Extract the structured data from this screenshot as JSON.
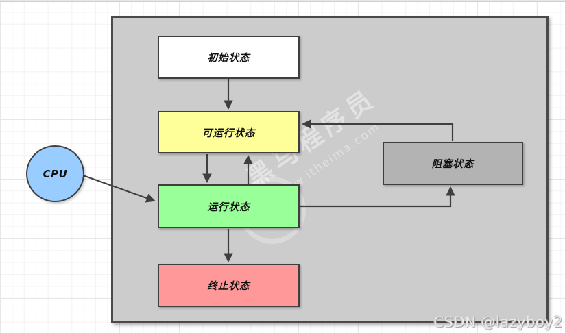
{
  "diagram": {
    "nodes": [
      {
        "id": "initial",
        "label": "初始状态",
        "fill": "#ffffff"
      },
      {
        "id": "runnable",
        "label": "可运行状态",
        "fill": "#ffff99"
      },
      {
        "id": "running",
        "label": "运行状态",
        "fill": "#99ff99"
      },
      {
        "id": "terminated",
        "label": "终止状态",
        "fill": "#ff9999"
      },
      {
        "id": "blocked",
        "label": "阻塞状态",
        "fill": "#b3b3b3"
      },
      {
        "id": "cpu",
        "label": "CPU",
        "fill": "#99ccff"
      }
    ],
    "edges": [
      {
        "from": "initial",
        "to": "runnable"
      },
      {
        "from": "runnable",
        "to": "running"
      },
      {
        "from": "running",
        "to": "runnable"
      },
      {
        "from": "running",
        "to": "terminated"
      },
      {
        "from": "blocked",
        "to": "runnable"
      },
      {
        "from": "running",
        "to": "blocked"
      },
      {
        "from": "cpu",
        "to": "running"
      }
    ],
    "colors": {
      "container_fill": "#cccccc",
      "border": "#3f3f3f",
      "arrow": "#3f3f3f"
    }
  },
  "watermarks": {
    "csdn": "CSDN @lazyboy2",
    "brand": "黑马程序员",
    "brand_url": "www.itheima.com"
  }
}
